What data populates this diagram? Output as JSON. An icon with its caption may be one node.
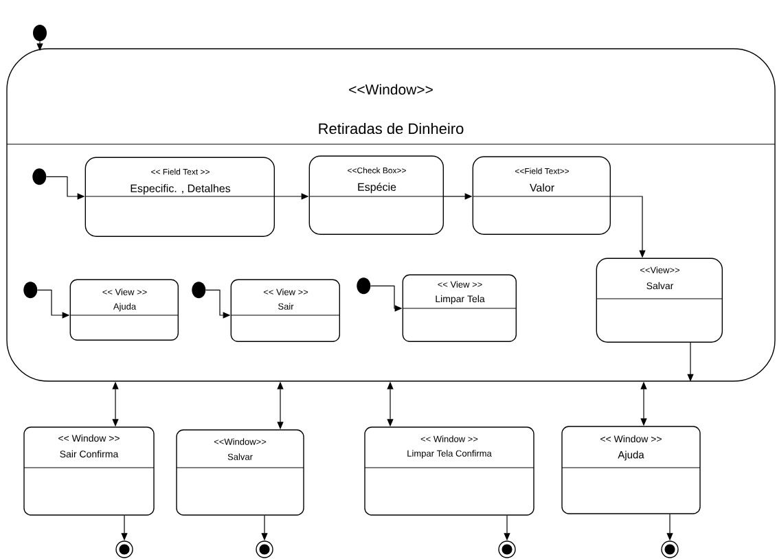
{
  "diagram": {
    "nodes": [
      {
        "text": [],
        "shape": "circle"
      },
      {
        "text": [
          "<<Window>>",
          "Retiradas de Dinheiro"
        ]
      },
      {
        "text": [],
        "shape": "circle",
        "in": 1
      },
      {
        "text": [
          "<< Field Text >>",
          "Especific. , Detalhes"
        ],
        "in": 1
      },
      {
        "text": [
          "<<Check Box>>",
          "Espécie"
        ],
        "in": 1
      },
      {
        "text": [
          "<<Field Text>>",
          "Valor"
        ],
        "in": 1
      },
      {
        "text": [
          "<<View>>",
          "Salvar"
        ],
        "in": 1
      },
      {
        "text": [],
        "shape": "circle",
        "in": 1
      },
      {
        "text": [
          "<< View >>",
          "Ajuda"
        ],
        "in": 1
      },
      {
        "text": [],
        "shape": "circle",
        "in": 1
      },
      {
        "text": [
          "<< View >>",
          "Sair"
        ],
        "in": 1
      },
      {
        "text": [],
        "shape": "circle",
        "in": 1
      },
      {
        "text": [
          "<< View >>",
          "Limpar Tela"
        ],
        "in": 1
      },
      {
        "text": [
          "<< Window >>",
          "Sair Confirma"
        ]
      },
      {
        "text": [
          "<<Window>>",
          "Salvar"
        ]
      },
      {
        "text": [
          "<< Window >>",
          "Limpar Tela Confirma"
        ]
      },
      {
        "text": [
          "<< Window >>",
          "Ajuda"
        ]
      },
      {
        "text": [],
        "shape": "bullseye"
      },
      {
        "text": [],
        "shape": "bullseye"
      },
      {
        "text": [],
        "shape": "bullseye"
      },
      {
        "text": [],
        "shape": "bullseye"
      }
    ],
    "edges": [
      {
        "from": 0,
        "to": 1,
        "arrow": "to"
      },
      {
        "from": 2,
        "to": 3,
        "arrow": "to"
      },
      {
        "from": 3,
        "to": 4,
        "arrow": "to"
      },
      {
        "from": 4,
        "to": 5,
        "arrow": "to"
      },
      {
        "from": 5,
        "to": 6,
        "arrow": "to"
      },
      {
        "from": 6,
        "to": 1,
        "arrow": "to"
      },
      {
        "from": 7,
        "to": 8,
        "arrow": "to"
      },
      {
        "from": 9,
        "to": 10,
        "arrow": "to"
      },
      {
        "from": 11,
        "to": 12,
        "arrow": "to"
      },
      {
        "from": 1,
        "to": 13,
        "arrow": "both"
      },
      {
        "from": 1,
        "to": 14,
        "arrow": "both"
      },
      {
        "from": 1,
        "to": 15,
        "arrow": "both"
      },
      {
        "from": 1,
        "to": 16,
        "arrow": "both"
      },
      {
        "from": 13,
        "to": 17,
        "arrow": "to"
      },
      {
        "from": 14,
        "to": 18,
        "arrow": "to"
      },
      {
        "from": 15,
        "to": 19,
        "arrow": "to"
      },
      {
        "from": 16,
        "to": 20,
        "arrow": "to"
      }
    ]
  }
}
